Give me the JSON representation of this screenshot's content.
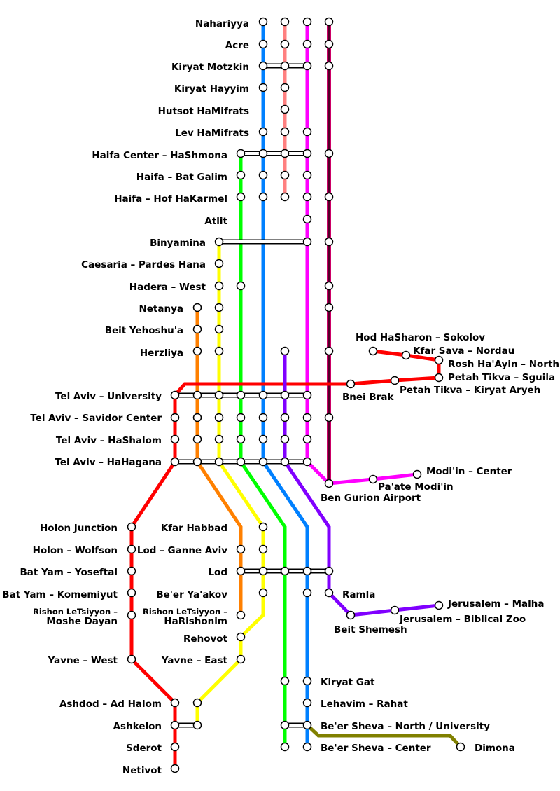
{
  "colors": {
    "red": "#ff0000",
    "blue": "#0080ff",
    "pink": "#ff8080",
    "magenta": "#ff00ff",
    "maroon": "#cc0066",
    "green": "#00ff00",
    "yellow": "#ffff00",
    "orange": "#ff8000",
    "purple": "#8000ff",
    "olive": "#808000"
  },
  "lines": [
    {
      "id": "blue",
      "color_key": "blue"
    },
    {
      "id": "pink",
      "color_key": "pink"
    },
    {
      "id": "magenta",
      "color_key": "magenta"
    },
    {
      "id": "maroon",
      "color_key": "maroon"
    },
    {
      "id": "green",
      "color_key": "green"
    },
    {
      "id": "yellow",
      "color_key": "yellow"
    },
    {
      "id": "orange",
      "color_key": "orange"
    },
    {
      "id": "red",
      "color_key": "red"
    },
    {
      "id": "purple",
      "color_key": "purple"
    },
    {
      "id": "olive",
      "color_key": "olive"
    }
  ],
  "stations": {
    "nahariyya": "Nahariyya",
    "acre": "Acre",
    "kiryat_motzkin": "Kiryat Motzkin",
    "kiryat_hayyim": "Kiryat Hayyim",
    "hutsot_hamifrats": "Hutsot HaMifrats",
    "lev_hamifrats": "Lev HaMifrats",
    "haifa_center": "Haifa Center – HaShmona",
    "haifa_bat_galim": "Haifa – Bat Galim",
    "haifa_hof_hakarmel": "Haifa – Hof HaKarmel",
    "atlit": "Atlit",
    "binyamina": "Binyamina",
    "caesaria": "Caesaria – Pardes Hana",
    "hadera_west": "Hadera – West",
    "netanya": "Netanya",
    "beit_yehoshua": "Beit Yehoshu'a",
    "herzliya": "Herzliya",
    "hod_hasharon": "Hod HaSharon – Sokolov",
    "kfar_sava": "Kfar Sava – Nordau",
    "rosh_haayin": "Rosh Ha'Ayin – North",
    "petah_tikva_sgula": "Petah Tikva – Sguila",
    "petah_tikva_kiryat_aryeh": "Petah Tikva – Kiryat Aryeh",
    "bnei_brak": "Bnei Brak",
    "tel_aviv_university": "Tel Aviv – University",
    "tel_aviv_savidor": "Tel Aviv – Savidor Center",
    "tel_aviv_hashalom": "Tel Aviv – HaShalom",
    "tel_aviv_hahagana": "Tel Aviv – HaHagana",
    "modiin_center": "Modi'in – Center",
    "paate_modiin": "Pa'ate Modi'in",
    "ben_gurion_airport": "Ben Gurion Airport",
    "holon_junction": "Holon Junction",
    "holon_wolfson": "Holon – Wolfson",
    "bat_yam_yoseftal": "Bat Yam – Yoseftal",
    "bat_yam_komemiyut": "Bat Yam – Komemiyut",
    "rishon_moshe_dayan_1": "Rishon LeTsiyyon –",
    "rishon_moshe_dayan_2": "Moshe Dayan",
    "yavne_west": "Yavne – West",
    "ashdod": "Ashdod – Ad Halom",
    "ashkelon": "Ashkelon",
    "sderot": "Sderot",
    "netivot": "Netivot",
    "kfar_habbad": "Kfar Habbad",
    "lod_ganne_aviv": "Lod – Ganne Aviv",
    "lod": "Lod",
    "beer_yaakov": "Be'er Ya'akov",
    "rishon_harishonim_1": "Rishon LeTsiyyon –",
    "rishon_harishonim_2": "HaRishonim",
    "rehovot": "Rehovot",
    "yavne_east": "Yavne – East",
    "ramla": "Ramla",
    "beit_shemesh": "Beit Shemesh",
    "jerusalem_malha": "Jerusalem – Malha",
    "jerusalem_zoo": "Jerusalem – Biblical Zoo",
    "kiryat_gat": "Kiryat Gat",
    "lehavim": "Lehavim – Rahat",
    "beer_sheva_north": "Be'er Sheva – North / University",
    "beer_sheva_center": "Be'er Sheva – Center",
    "dimona": "Dimona"
  }
}
